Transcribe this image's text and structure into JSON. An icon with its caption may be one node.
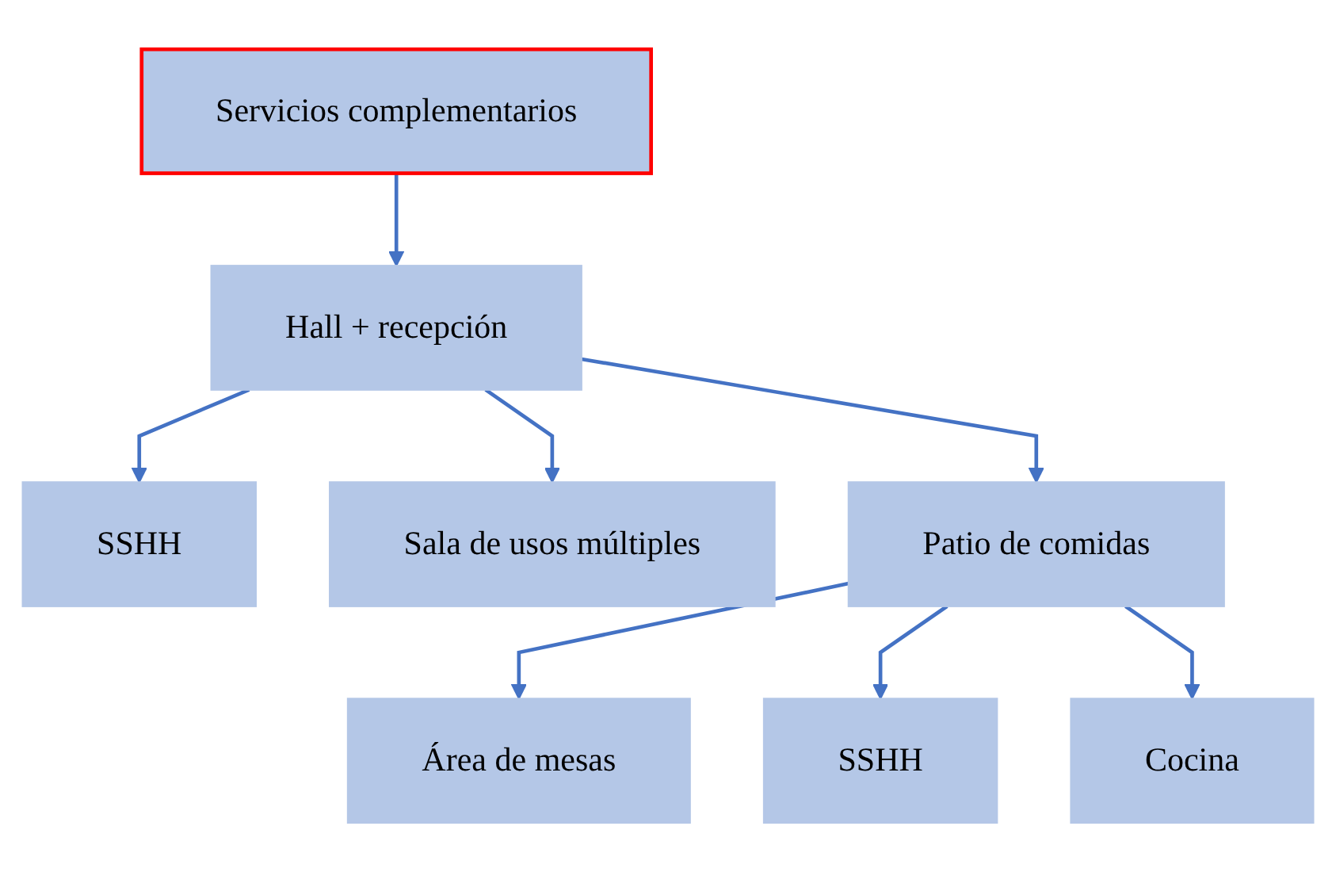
{
  "diagram": {
    "nodes": [
      {
        "text": [
          "Servicios complementarios"
        ]
      },
      {
        "text": [
          "Hall + recepción"
        ]
      },
      {
        "text": [
          "SSHH"
        ]
      },
      {
        "text": [
          "Sala de usos múltiples"
        ]
      },
      {
        "text": [
          "Patio de comidas"
        ]
      },
      {
        "text": [
          "Área de mesas"
        ]
      },
      {
        "text": [
          "SSHH"
        ]
      },
      {
        "text": [
          "Cocina"
        ]
      }
    ],
    "edges": [
      {
        "from": 0,
        "to": 1,
        "arrow": "to"
      },
      {
        "from": 1,
        "to": 2,
        "arrow": "to"
      },
      {
        "from": 1,
        "to": 3,
        "arrow": "to"
      },
      {
        "from": 1,
        "to": 4,
        "arrow": "to"
      },
      {
        "from": 4,
        "to": 5,
        "arrow": "to"
      },
      {
        "from": 4,
        "to": 6,
        "arrow": "to"
      },
      {
        "from": 4,
        "to": 7,
        "arrow": "to"
      }
    ]
  }
}
